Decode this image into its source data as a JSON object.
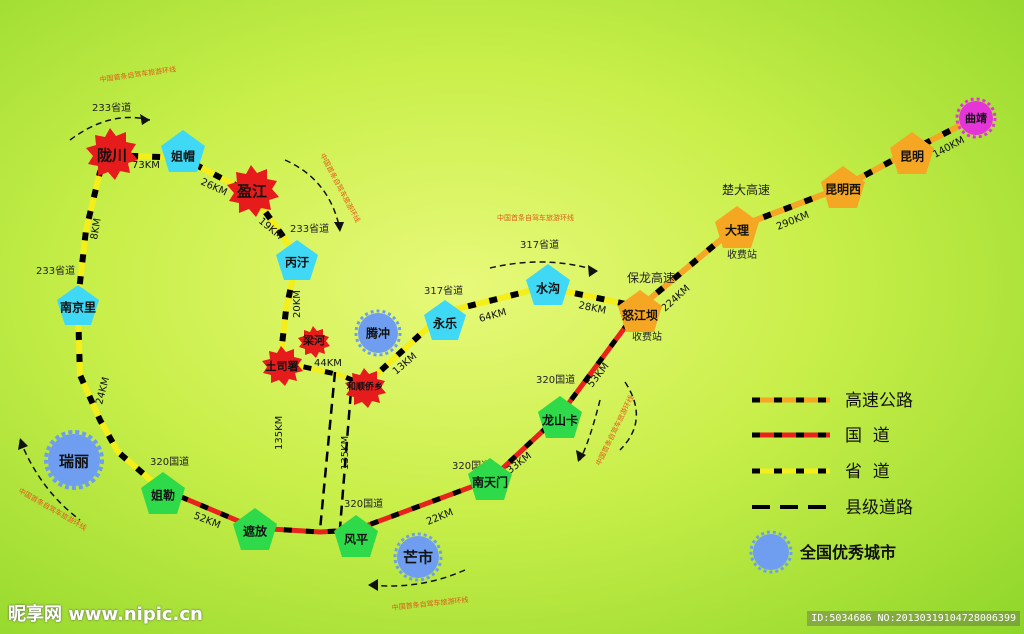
{
  "colors": {
    "expressway": "#f5a623",
    "national": "#e8231c",
    "provincial": "#f4ee1a",
    "county": "#000000",
    "city_cyan": "#3fd9f5",
    "city_green": "#2ed94a",
    "city_red": "#e61c1c",
    "city_orange": "#f5a623",
    "city_blue": "#6f9ef0",
    "city_magenta": "#e535d8"
  },
  "cities": [
    {
      "id": "longchuan",
      "name": "陇川"
    },
    {
      "id": "jiemao",
      "name": "姐帽"
    },
    {
      "id": "yingjiang",
      "name": "盈江"
    },
    {
      "id": "nanjingli",
      "name": "南京里"
    },
    {
      "id": "bingyu",
      "name": "丙汙"
    },
    {
      "id": "tengchong",
      "name": "腾冲"
    },
    {
      "id": "lianghe",
      "name": "梁河"
    },
    {
      "id": "tusishu",
      "name": "土司署"
    },
    {
      "id": "heshun",
      "name": "和顺侨乡"
    },
    {
      "id": "yongle",
      "name": "永乐"
    },
    {
      "id": "shuigou",
      "name": "水沟"
    },
    {
      "id": "nujiangba",
      "name": "怒江坝"
    },
    {
      "id": "dali",
      "name": "大理"
    },
    {
      "id": "kunmingxi",
      "name": "昆明西"
    },
    {
      "id": "kunming",
      "name": "昆明"
    },
    {
      "id": "qujing",
      "name": "曲靖"
    },
    {
      "id": "longshanka",
      "name": "龙山卡"
    },
    {
      "id": "nantianmen",
      "name": "南天门"
    },
    {
      "id": "fengping",
      "name": "风平"
    },
    {
      "id": "mangshi",
      "name": "芒市"
    },
    {
      "id": "zhefang",
      "name": "遮放"
    },
    {
      "id": "jiele",
      "name": "姐勒"
    },
    {
      "id": "ruili",
      "name": "瑞丽"
    }
  ],
  "distances": {
    "longchuan_jiemao": "73KM",
    "jiemao_yingjiang": "26KM",
    "yingjiang_bingyu": "19KM",
    "bingyu_tusishu": "20KM",
    "tusishu_heshun": "44KM",
    "heshun_yongle": "13KM",
    "yongle_shuigou": "64KM",
    "shuigou_nujiangba": "28KM",
    "nujiangba_dali": "224KM",
    "dali_kunmingxi": "290KM",
    "kunming_qujing": "140KM",
    "nujiangba_longshanka": "53KM",
    "longshanka_nantianmen": "33KM",
    "nantianmen_fengping": "22KM",
    "zhefang_jiele": "52KM",
    "longchuan_nanjingli": "8KM",
    "nanjingli_jiele": "24KM",
    "county_a": "135KM",
    "county_b": "135KM"
  },
  "road_tags": {
    "p233_top": "233省道",
    "p233_mid": "233省道",
    "p233_left": "233省道",
    "p317_a": "317省道",
    "p317_b": "317省道",
    "n320_a": "320国道",
    "n320_b": "320国道",
    "n320_c": "320国道",
    "n320_d": "320国道",
    "baolong": "保龙高速",
    "chuda": "楚大高速",
    "toll1": "收费站",
    "toll2": "收费站"
  },
  "tour_text": "中国首条自驾车旅游环线",
  "legend": {
    "expressway": "高速公路",
    "national": "国  道",
    "provincial": "省  道",
    "county": "县级道路",
    "excellent_city": "全国优秀城市"
  },
  "footer": {
    "left": "昵享网 www.nipic.cn",
    "right": "ID:5034686 NO:20130319104728006399"
  }
}
